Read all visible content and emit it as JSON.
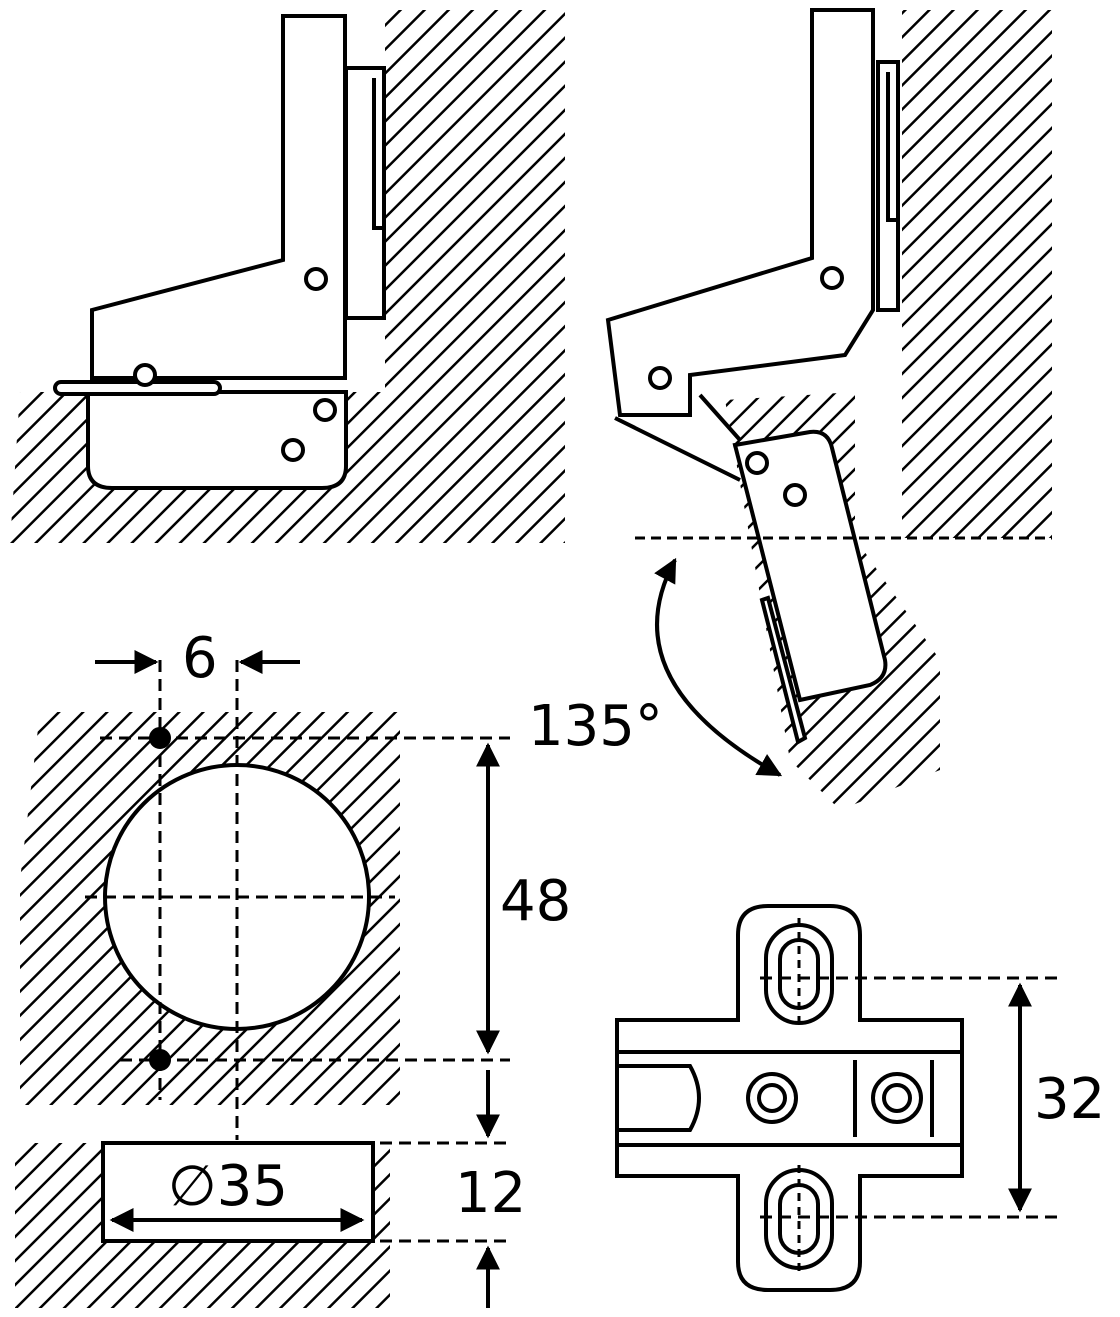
{
  "colors": {
    "line": "#000000",
    "background": "#ffffff"
  },
  "dimensions": {
    "offset": "6",
    "angle": "135°",
    "hole_spacing": "48",
    "cup_diameter": "∅35",
    "cup_depth": "12",
    "plate_spacing": "32"
  }
}
